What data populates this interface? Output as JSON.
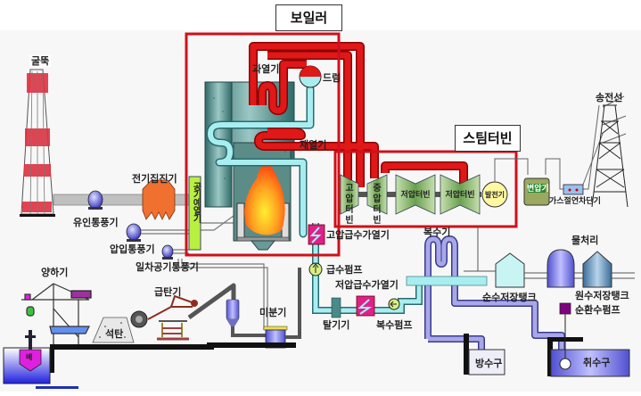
{
  "diagram": {
    "title_boiler": "보일러",
    "title_turbine": "스팀터빈",
    "labels": {
      "chimney": "굴뚝",
      "superheater": "과열기",
      "drum": "드럼",
      "reheater": "재열기",
      "hp_turbine": "고압터빈",
      "hp_turbine_l1": "고압",
      "hp_turbine_l2": "터빈",
      "ip_turbine_l1": "중압",
      "ip_turbine_l2": "터빈",
      "lp_turbine_1": "저압터빈",
      "lp_turbine_2": "저압터빈",
      "generator": "발전기",
      "transformer": "변압기",
      "gis": "가스절연차단기",
      "transmission": "송전선",
      "esp": "전기집진기",
      "idf": "유인통풍기",
      "fdf": "압입통풍기",
      "paf": "일차공기통풍기",
      "air_preheater": "공기예열기",
      "hp_heater": "고압급수가열기",
      "feed_pump": "급수펌프",
      "lp_heater": "저압급수가열기",
      "deaerator": "탈기기",
      "condensate_pump": "복수펌프",
      "condenser": "복수기",
      "water_treatment": "물처리",
      "pure_water_tank": "순수저장탱크",
      "raw_water_tank": "원수저장탱크",
      "circ_pump": "순환수펌프",
      "discharge": "방수구",
      "intake": "취수구",
      "unloader": "양하기",
      "coal": "석탄",
      "coal_feeder": "급탄기",
      "pulverizer": "미분기",
      "ship_mark": "배"
    },
    "colors": {
      "boundary_red": "#d0101a",
      "steam_red": "#e01818",
      "water_cyan": "#a8eef0",
      "turbine_green": "#8fc070",
      "preheater_green": "#b8f040",
      "condenser_purple": "#8080d8",
      "heater_magenta": "#e0208a"
    }
  }
}
